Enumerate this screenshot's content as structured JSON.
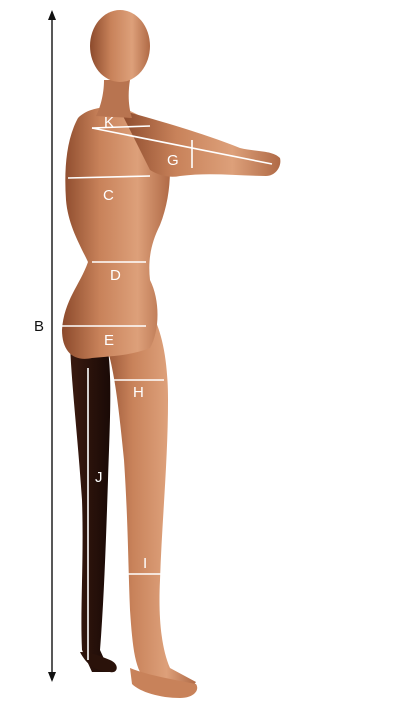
{
  "labels": {
    "B": "B",
    "K": "K",
    "G": "G",
    "C": "C",
    "D": "D",
    "E": "E",
    "H": "H",
    "J": "J",
    "I": "I"
  },
  "colors": {
    "skin": "#c8825a",
    "skin_shadow": "#8c4a2c",
    "skin_highlight": "#e0a27a",
    "measure_line": "#ffffff",
    "height_line": "#111111"
  }
}
